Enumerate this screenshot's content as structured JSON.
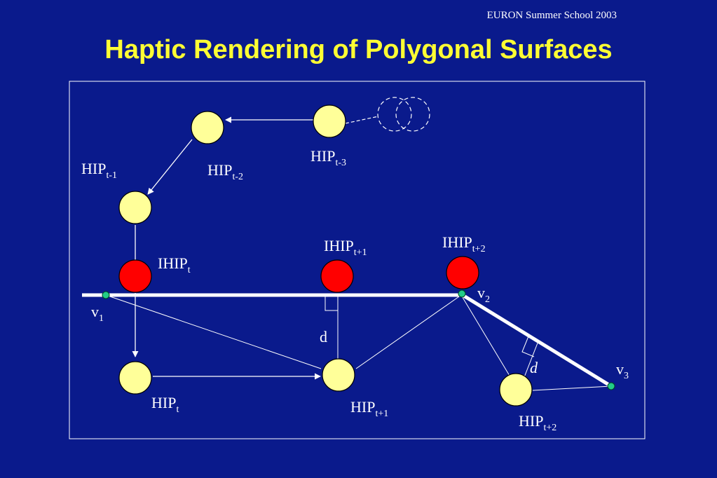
{
  "header": {
    "note": "EURON Summer School 2003",
    "title": "Haptic Rendering of Polygonal Surfaces"
  },
  "colors": {
    "background": "#0a1a8c",
    "title": "#ffff33",
    "hip_fill": "#ffff99",
    "ihip_fill": "#ff0000",
    "vertex_fill": "#22cc88",
    "line": "#ffffff"
  },
  "labels": {
    "hip_t3": {
      "base": "HIP",
      "sub": "t-3"
    },
    "hip_t2": {
      "base": "HIP",
      "sub": "t-2"
    },
    "hip_t1": {
      "base": "HIP",
      "sub": "t-1"
    },
    "hip_t": {
      "base": "HIP",
      "sub": "t"
    },
    "hip_tp1": {
      "base": "HIP",
      "sub": "t+1"
    },
    "hip_tp2": {
      "base": "HIP",
      "sub": "t+2"
    },
    "ihip_t": {
      "base": "IHIP",
      "sub": "t"
    },
    "ihip_tp1": {
      "base": "IHIP",
      "sub": "t+1"
    },
    "ihip_tp2": {
      "base": "IHIP",
      "sub": "t+2"
    },
    "v1": {
      "base": "v",
      "sub": "1"
    },
    "v2": {
      "base": "v",
      "sub": "2"
    },
    "v3": {
      "base": "v",
      "sub": "3"
    },
    "d1": "d",
    "d2": "d"
  }
}
